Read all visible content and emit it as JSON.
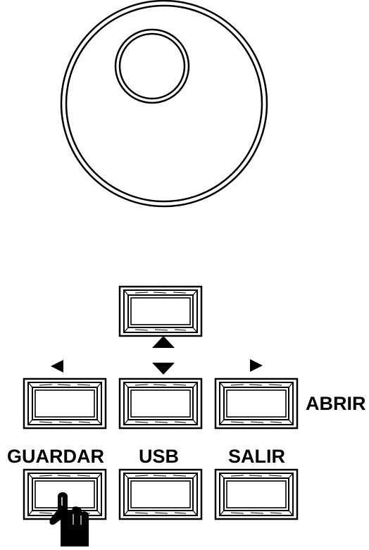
{
  "panel": {
    "knob": {
      "icon": "rotary-knob-icon"
    },
    "buttons": [
      {
        "id": "up-down",
        "label": "",
        "icon": "up-down-arrows-icon"
      },
      {
        "id": "left",
        "label": "",
        "icon": "left-arrow-icon"
      },
      {
        "id": "right",
        "label": "",
        "icon": "right-arrow-icon"
      },
      {
        "id": "guardar",
        "label": "GUARDAR"
      },
      {
        "id": "usb",
        "label": "USB"
      },
      {
        "id": "salir",
        "label": "SALIR"
      }
    ],
    "side_label": "ABRIR",
    "pointer": {
      "icon": "pointing-hand-icon",
      "target": "GUARDAR"
    }
  }
}
